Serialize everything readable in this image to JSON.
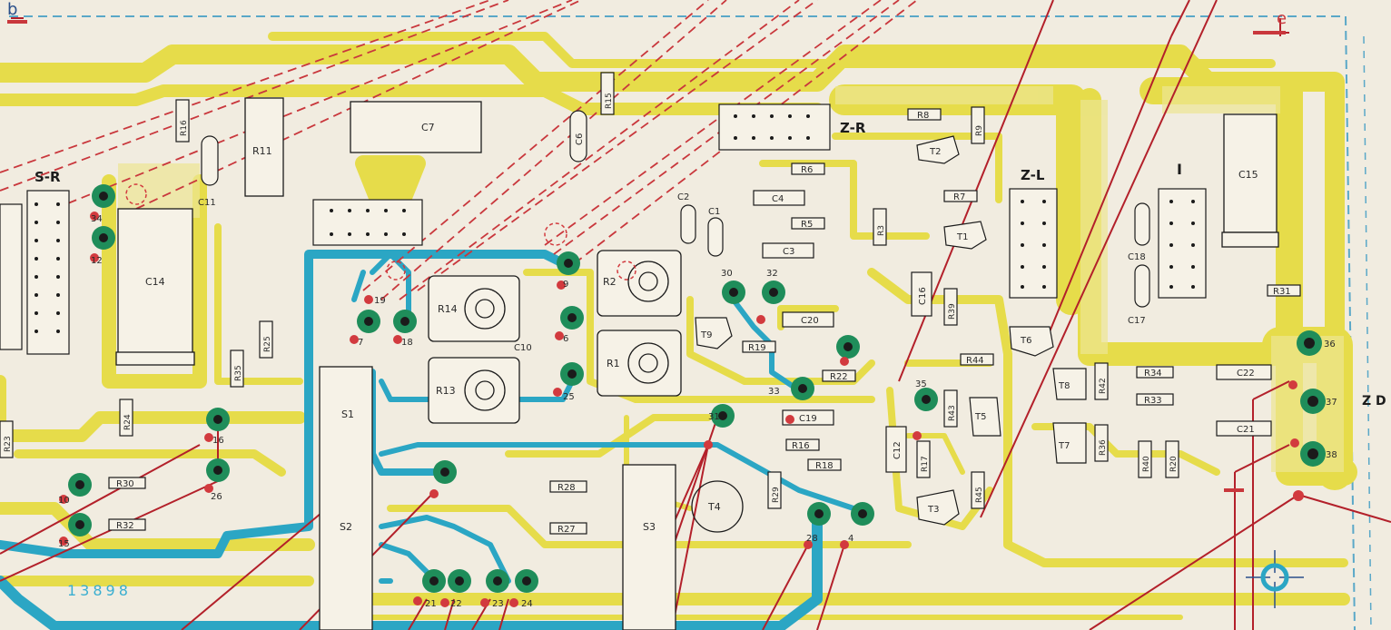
{
  "corner_marks": {
    "left": "b",
    "right": "e"
  },
  "edge_label": "Z D",
  "sections": {
    "sr": "S-R",
    "zr": "Z-R",
    "zl": "Z-L",
    "i": "I"
  },
  "bottom_text": "13898",
  "resistors": {
    "r16": "R16",
    "r11": "R11",
    "r15": "R15",
    "r8": "R8",
    "r9": "R9",
    "r6": "R6",
    "r7": "R7",
    "r5": "R5",
    "r3": "R3",
    "r39": "R39",
    "r19": "R19",
    "r22": "R22",
    "r44": "R44",
    "r31": "R31",
    "r34": "R34",
    "r33": "R33",
    "r42": "R42",
    "r43": "R43",
    "r36": "R36",
    "r40": "R40",
    "r20": "R20",
    "r35": "R35",
    "r25": "R25",
    "r24": "R24",
    "r23": "R23",
    "r30": "R30",
    "r32": "R32",
    "r28": "R28",
    "r27": "R27",
    "r16b": "R16",
    "r18": "R18",
    "r29": "R29",
    "r17": "R17",
    "r45": "R45"
  },
  "capacitors": {
    "c11": "C11",
    "c7": "C7",
    "c6": "C6",
    "c14": "C14",
    "c2": "C2",
    "c1": "C1",
    "c4": "C4",
    "c3": "C3",
    "c16": "C16",
    "c20": "C20",
    "c19": "C19",
    "c12": "C12",
    "c10": "C10",
    "c18": "C18",
    "c17": "C17",
    "c15": "C15",
    "c22": "C22",
    "c21": "C21"
  },
  "transistors": {
    "t2": "T2",
    "t1": "T1",
    "t9": "T9",
    "t6": "T6",
    "t8": "T8",
    "t5": "T5",
    "t7": "T7",
    "t3": "T3",
    "t4": "T4"
  },
  "trimmers": {
    "r14": "R14",
    "r13": "R13",
    "r2": "R2",
    "r1": "R1"
  },
  "switches": {
    "s1": "S1",
    "s2": "S2",
    "s3": "S3"
  },
  "terminals": {
    "p34": "34",
    "p12": "12",
    "p19": "19",
    "p7": "7",
    "p18": "18",
    "p9": "9",
    "p6": "6",
    "p25": "25",
    "p30": "30",
    "p32": "32",
    "p31": "31",
    "p33": "33",
    "p35": "35",
    "p10": "10",
    "p15": "15",
    "p16": "16",
    "p21": "21",
    "p22": "22",
    "p23": "23",
    "p24": "24",
    "p28": "28",
    "p4": "4",
    "p36": "36",
    "p37": "37",
    "p38": "38",
    "p26": "26"
  },
  "colors": {
    "board": "#f1ece0",
    "copper": "#e6dc4a",
    "copper_light": "#ece693",
    "jumper": "#2ba6c4",
    "dashed": "#c9373c",
    "wire": "#b3202a",
    "pad_green": "#1f8d5a",
    "ink": "#1b1b1b",
    "frame": "#5aa8c8"
  }
}
